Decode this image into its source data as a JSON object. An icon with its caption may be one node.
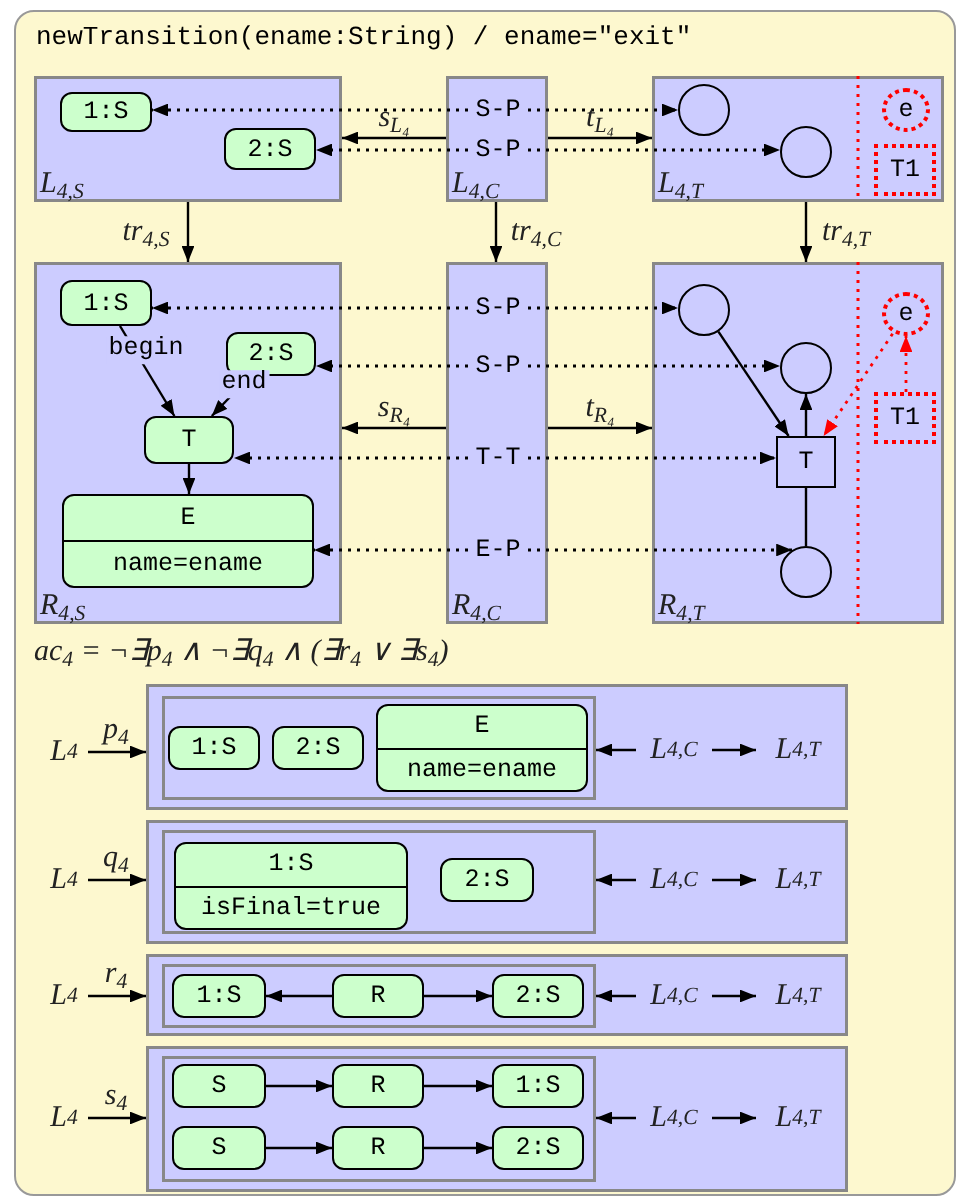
{
  "diagram": {
    "title": "newTransition(ename:String) / ename=\"exit\"",
    "nodes": [
      {
        "text": [
          "L$_{4,S}$"
        ]
      },
      {
        "text": [
          "1:S"
        ],
        "in": 0
      },
      {
        "text": [
          "2:S"
        ],
        "in": 0
      },
      {
        "text": [
          "L$_{4,C}$"
        ]
      },
      {
        "text": [
          "S-P"
        ],
        "in": 3
      },
      {
        "text": [
          "S-P"
        ],
        "in": 3
      },
      {
        "text": [
          "L$_{4,T}$"
        ]
      },
      {
        "text": [],
        "shape": "circle",
        "in": 6
      },
      {
        "text": [],
        "shape": "circle",
        "in": 6
      },
      {
        "text": [
          "e"
        ],
        "in": 6
      },
      {
        "text": [
          "T1"
        ],
        "in": 6
      },
      {
        "text": [
          "R$_{4,S}$"
        ]
      },
      {
        "text": [
          "1:S"
        ],
        "in": 11
      },
      {
        "text": [
          "2:S"
        ],
        "in": 11
      },
      {
        "text": [
          "T"
        ],
        "in": 11
      },
      {
        "text": [
          "E",
          "name=ename"
        ],
        "in": 11
      },
      {
        "text": [
          "R$_{4,C}$"
        ]
      },
      {
        "text": [
          "S-P"
        ],
        "in": 16
      },
      {
        "text": [
          "S-P"
        ],
        "in": 16
      },
      {
        "text": [
          "T-T"
        ],
        "in": 16
      },
      {
        "text": [
          "E-P"
        ],
        "in": 16
      },
      {
        "text": [
          "R$_{4,T}$"
        ]
      },
      {
        "text": [],
        "shape": "circle",
        "in": 21
      },
      {
        "text": [],
        "shape": "circle",
        "in": 21
      },
      {
        "text": [
          "T"
        ],
        "in": 21
      },
      {
        "text": [],
        "shape": "circle",
        "in": 21
      },
      {
        "text": [
          "e"
        ],
        "in": 21
      },
      {
        "text": [
          "T1"
        ],
        "in": 21
      },
      {
        "text": [
          "L$_{4}$"
        ]
      },
      {
        "text": [],
        "shape": "box"
      },
      {
        "text": [],
        "shape": "box",
        "in": 29
      },
      {
        "text": [
          "1:S"
        ],
        "in": 30
      },
      {
        "text": [
          "2:S"
        ],
        "in": 30
      },
      {
        "text": [
          "E",
          "name=ename"
        ],
        "in": 30
      },
      {
        "text": [
          "L$_{4,C}$"
        ],
        "in": 29
      },
      {
        "text": [
          "L$_{4,T}$"
        ],
        "in": 29
      },
      {
        "text": [
          "L$_{4}$"
        ]
      },
      {
        "text": [],
        "shape": "box"
      },
      {
        "text": [],
        "shape": "box",
        "in": 37
      },
      {
        "text": [
          "1:S",
          "isFinal=true"
        ],
        "in": 38
      },
      {
        "text": [
          "2:S"
        ],
        "in": 38
      },
      {
        "text": [
          "L$_{4,C}$"
        ],
        "in": 37
      },
      {
        "text": [
          "L$_{4,T}$"
        ],
        "in": 37
      },
      {
        "text": [
          "L$_{4}$"
        ]
      },
      {
        "text": [],
        "shape": "box"
      },
      {
        "text": [],
        "shape": "box",
        "in": 44
      },
      {
        "text": [
          "1:S"
        ],
        "in": 45
      },
      {
        "text": [
          "R"
        ],
        "in": 45
      },
      {
        "text": [
          "2:S"
        ],
        "in": 45
      },
      {
        "text": [
          "L$_{4,C}$"
        ],
        "in": 44
      },
      {
        "text": [
          "L$_{4,T}$"
        ],
        "in": 44
      },
      {
        "text": [
          "L$_{4}$"
        ]
      },
      {
        "text": [],
        "shape": "box"
      },
      {
        "text": [],
        "shape": "box",
        "in": 52
      },
      {
        "text": [
          "S"
        ],
        "in": 53
      },
      {
        "text": [
          "R"
        ],
        "in": 53
      },
      {
        "text": [
          "1:S"
        ],
        "in": 53
      },
      {
        "text": [
          "S"
        ],
        "in": 53
      },
      {
        "text": [
          "R"
        ],
        "in": 53
      },
      {
        "text": [
          "2:S"
        ],
        "in": 53
      },
      {
        "text": [
          "L$_{4,C}$"
        ],
        "in": 52
      },
      {
        "text": [
          "L$_{4,T}$"
        ],
        "in": 52
      }
    ],
    "edges": [
      {
        "from": 3,
        "to": 0,
        "arrow": "to",
        "label": "s$_{L₄}$"
      },
      {
        "from": 3,
        "to": 6,
        "arrow": "to",
        "label": "t$_{L₄}$"
      },
      {
        "from": 4,
        "to": 1,
        "arrow": "to",
        "style": "dashed"
      },
      {
        "from": 4,
        "to": 7,
        "arrow": "to",
        "style": "dashed"
      },
      {
        "from": 5,
        "to": 2,
        "arrow": "to",
        "style": "dashed"
      },
      {
        "from": 5,
        "to": 8,
        "arrow": "to",
        "style": "dashed"
      },
      {
        "from": 0,
        "to": 11,
        "arrow": "to",
        "label": "tr$_{4,S}$"
      },
      {
        "from": 3,
        "to": 16,
        "arrow": "to",
        "label": "tr$_{4,C}$"
      },
      {
        "from": 6,
        "to": 21,
        "arrow": "to",
        "label": "tr$_{4,T}$"
      },
      {
        "from": 12,
        "to": 14,
        "arrow": "to",
        "label": "begin"
      },
      {
        "from": 13,
        "to": 14,
        "arrow": "to",
        "label": "end"
      },
      {
        "from": 14,
        "to": 15,
        "arrow": "to"
      },
      {
        "from": 16,
        "to": 11,
        "arrow": "to",
        "label": "s$_{R₄}$"
      },
      {
        "from": 16,
        "to": 21,
        "arrow": "to",
        "label": "t$_{R₄}$"
      },
      {
        "from": 17,
        "to": 12,
        "arrow": "to",
        "style": "dashed"
      },
      {
        "from": 17,
        "to": 22,
        "arrow": "to",
        "style": "dashed"
      },
      {
        "from": 18,
        "to": 13,
        "arrow": "to",
        "style": "dashed"
      },
      {
        "from": 18,
        "to": 23,
        "arrow": "to",
        "style": "dashed"
      },
      {
        "from": 19,
        "to": 14,
        "arrow": "to",
        "style": "dashed"
      },
      {
        "from": 19,
        "to": 24,
        "arrow": "to",
        "style": "dashed"
      },
      {
        "from": 20,
        "to": 15,
        "arrow": "to",
        "style": "dashed"
      },
      {
        "from": 20,
        "to": 25,
        "arrow": "to",
        "style": "dashed"
      },
      {
        "from": 22,
        "to": 24,
        "arrow": "to"
      },
      {
        "from": 24,
        "to": 23,
        "arrow": "to"
      },
      {
        "from": 24,
        "to": 25,
        "arrow": "none"
      },
      {
        "from": 27,
        "to": 26,
        "arrow": "to",
        "style": "dashed",
        "color": "#ff0000"
      },
      {
        "from": 26,
        "to": 24,
        "arrow": "to",
        "style": "dashed",
        "color": "#ff0000"
      },
      {
        "from": 28,
        "to": 29,
        "arrow": "to",
        "label": "p$_{4}$"
      },
      {
        "from": 34,
        "to": 30,
        "arrow": "to"
      },
      {
        "from": 34,
        "to": 35,
        "arrow": "to"
      },
      {
        "from": 36,
        "to": 37,
        "arrow": "to",
        "label": "q$_{4}$"
      },
      {
        "from": 41,
        "to": 38,
        "arrow": "to"
      },
      {
        "from": 41,
        "to": 42,
        "arrow": "to"
      },
      {
        "from": 43,
        "to": 44,
        "arrow": "to",
        "label": "r$_{4}$"
      },
      {
        "from": 49,
        "to": 45,
        "arrow": "to"
      },
      {
        "from": 49,
        "to": 50,
        "arrow": "to"
      },
      {
        "from": 47,
        "to": 46,
        "arrow": "to"
      },
      {
        "from": 47,
        "to": 48,
        "arrow": "to"
      },
      {
        "from": 51,
        "to": 52,
        "arrow": "to",
        "label": "s$_{4}$"
      },
      {
        "from": 60,
        "to": 53,
        "arrow": "to"
      },
      {
        "from": 60,
        "to": 61,
        "arrow": "to"
      },
      {
        "from": 54,
        "to": 55,
        "arrow": "to"
      },
      {
        "from": 55,
        "to": 56,
        "arrow": "to"
      },
      {
        "from": 57,
        "to": 58,
        "arrow": "to"
      },
      {
        "from": 58,
        "to": 59,
        "arrow": "to"
      }
    ],
    "labels": [
      "ac$_{4}$ = ¬∃p$_{4}$ ∧ ¬∃q$_{4}$ ∧ (∃r$_{4}$ ∨ ∃s$_{4}$)"
    ]
  }
}
